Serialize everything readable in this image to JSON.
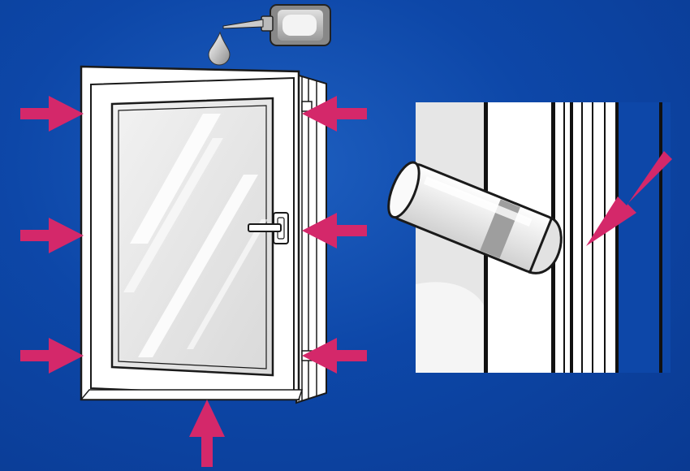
{
  "colors": {
    "background": "#0d47a8",
    "arrow": "#d4286a",
    "frame": "#ffffff",
    "outline": "#1a1a1a",
    "glass": "#e8e8e8"
  },
  "icons": {
    "oil_can": "oil-dispenser-icon",
    "drop": "oil-drop-icon",
    "handle": "window-handle-icon",
    "lubricant_stick": "lubricant-stick-icon",
    "arrow": "pointer-arrow-icon"
  },
  "arrows": [
    {
      "id": "left-top",
      "direction": "right"
    },
    {
      "id": "left-middle",
      "direction": "right"
    },
    {
      "id": "left-bottom",
      "direction": "right"
    },
    {
      "id": "right-top",
      "direction": "left"
    },
    {
      "id": "right-middle",
      "direction": "left"
    },
    {
      "id": "right-bottom",
      "direction": "left"
    },
    {
      "id": "bottom",
      "direction": "up"
    },
    {
      "id": "detail",
      "direction": "down-left"
    }
  ]
}
